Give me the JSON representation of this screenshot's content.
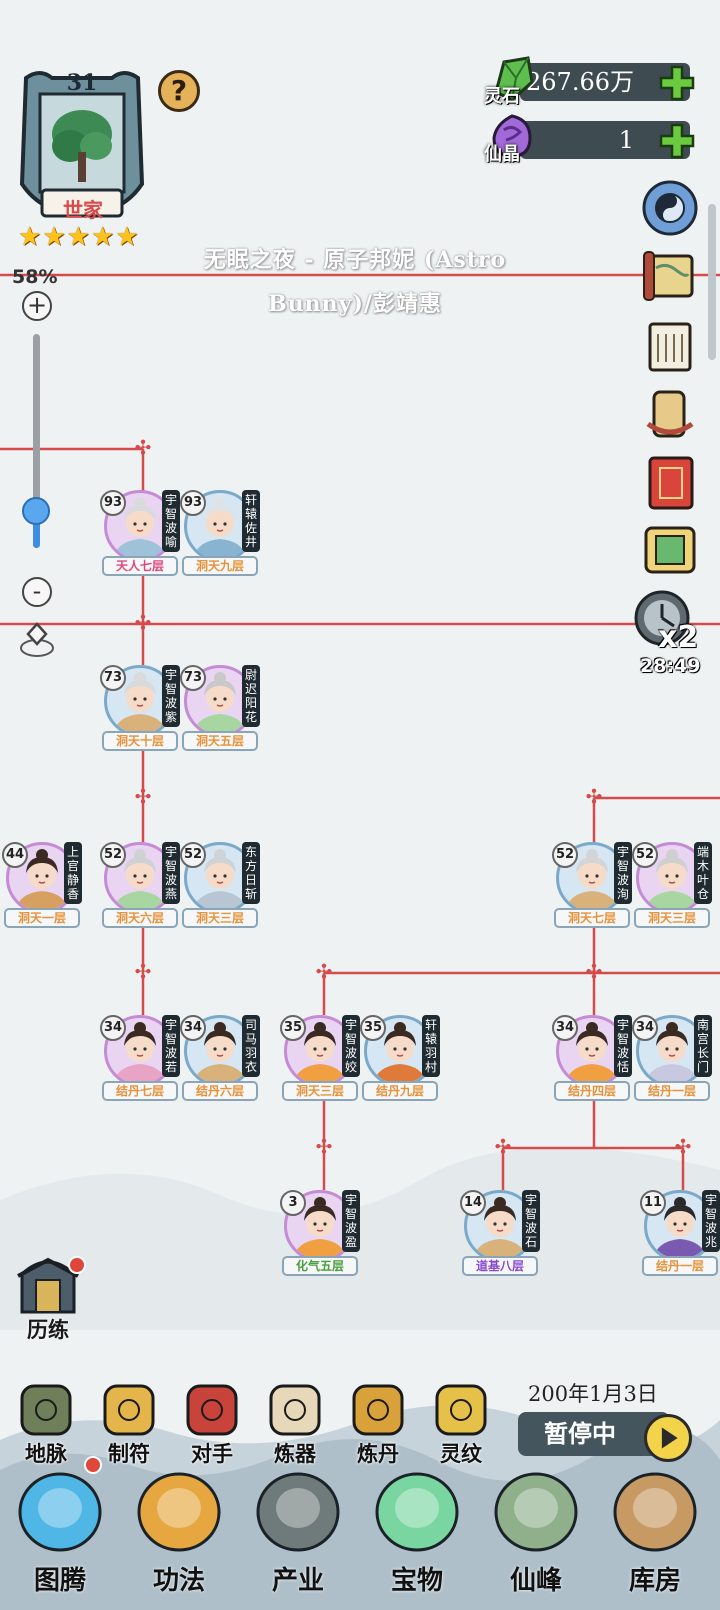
{
  "clan": {
    "level": "31",
    "name": "世家",
    "stars": 5,
    "help": "?"
  },
  "zoom": {
    "percent": "58%",
    "level": 0.58
  },
  "currency": [
    {
      "label": "灵石",
      "value": "267.66万",
      "color": "#5fbf4e"
    },
    {
      "label": "仙晶",
      "value": "1",
      "color": "#a26ad8"
    }
  ],
  "right_icons": [
    "settings-icon",
    "map-scroll-icon",
    "notes-icon",
    "scroll-icon",
    "red-book-icon",
    "plaque-icon",
    "speed-clock-icon"
  ],
  "speed": {
    "multiplier": "x2",
    "timer": "28:49"
  },
  "watermark": [
    "无眠之夜 - 原子邦妮 (Astro",
    "Bunny)/彭靖惠"
  ],
  "members": [
    {
      "age": "93",
      "name": "宇智波喻",
      "rank": "天人七层",
      "rank_color": "#e0487a",
      "gender": "f",
      "hair": "#d9dadd",
      "robe": "#9ec2d8"
    },
    {
      "age": "93",
      "name": "轩辕佐井",
      "rank": "洞天九层",
      "rank_color": "#e6923a",
      "gender": "m",
      "hair": "#dfe3e6",
      "robe": "#88b4d2"
    },
    {
      "age": "73",
      "name": "宇智波紫",
      "rank": "洞天十层",
      "rank_color": "#e6923a",
      "gender": "m",
      "hair": "#d8dadc",
      "robe": "#d8b27a"
    },
    {
      "age": "73",
      "name": "尉迟阳花",
      "rank": "洞天五层",
      "rank_color": "#e6923a",
      "gender": "f",
      "hair": "#c9c9c9",
      "robe": "#a8d6a0"
    },
    {
      "age": "44",
      "name": "上官静香",
      "rank": "洞天一层",
      "rank_color": "#e6923a",
      "gender": "f",
      "hair": "#3a2a22",
      "robe": "#d8a060"
    },
    {
      "age": "52",
      "name": "宇智波燕",
      "rank": "洞天六层",
      "rank_color": "#e6923a",
      "gender": "f",
      "hair": "#cfd1d4",
      "robe": "#a8d6a0"
    },
    {
      "age": "52",
      "name": "东方日斩",
      "rank": "洞天三层",
      "rank_color": "#e6923a",
      "gender": "m",
      "hair": "#d0d3d6",
      "robe": "#b8c6d4"
    },
    {
      "age": "52",
      "name": "宇智波洵",
      "rank": "洞天七层",
      "rank_color": "#e6923a",
      "gender": "m",
      "hair": "#d2d4d6",
      "robe": "#d8b27a"
    },
    {
      "age": "52",
      "name": "端木叶仓",
      "rank": "洞天三层",
      "rank_color": "#e6923a",
      "gender": "f",
      "hair": "#cfcfcf",
      "robe": "#a8d6a0"
    },
    {
      "age": "34",
      "name": "宇智波若",
      "rank": "结丹七层",
      "rank_color": "#e6923a",
      "gender": "f",
      "hair": "#3a2a22",
      "robe": "#e8a4c4"
    },
    {
      "age": "34",
      "name": "司马羽衣",
      "rank": "结丹六层",
      "rank_color": "#e6923a",
      "gender": "m",
      "hair": "#3a2a22",
      "robe": "#d8b27a"
    },
    {
      "age": "35",
      "name": "宇智波姣",
      "rank": "洞天三层",
      "rank_color": "#e6923a",
      "gender": "f",
      "hair": "#3a2a22",
      "robe": "#f0a040"
    },
    {
      "age": "35",
      "name": "轩辕羽村",
      "rank": "结丹九层",
      "rank_color": "#e6923a",
      "gender": "m",
      "hair": "#3a2a22",
      "robe": "#e07a3a"
    },
    {
      "age": "34",
      "name": "宇智波恬",
      "rank": "结丹四层",
      "rank_color": "#e6923a",
      "gender": "f",
      "hair": "#3a2a22",
      "robe": "#f0a040"
    },
    {
      "age": "34",
      "name": "南宫长门",
      "rank": "结丹一层",
      "rank_color": "#e6923a",
      "gender": "m",
      "hair": "#3a2a22",
      "robe": "#c8c8e0"
    },
    {
      "age": "3",
      "name": "宇智波盈",
      "rank": "化气五层",
      "rank_color": "#4a9e3e",
      "gender": "f",
      "hair": "#3a2a22",
      "robe": "#f0a040"
    },
    {
      "age": "14",
      "name": "宇智波石",
      "rank": "道基八层",
      "rank_color": "#8a4ad0",
      "gender": "m",
      "hair": "#3a2a22",
      "robe": "#d8b27a"
    },
    {
      "age": "11",
      "name": "宇智波兆",
      "rank": "结丹一层",
      "rank_color": "#e6923a",
      "gender": "m",
      "hair": "#2a2a2a",
      "robe": "#7a5ab0"
    }
  ],
  "training": {
    "label": "历练"
  },
  "tools": [
    "地脉",
    "制符",
    "对手",
    "炼器",
    "炼丹",
    "灵纹"
  ],
  "date": "200年1月3日",
  "pause": {
    "label": "暂停中"
  },
  "nav": [
    "图腾",
    "功法",
    "产业",
    "宝物",
    "仙峰",
    "库房"
  ]
}
